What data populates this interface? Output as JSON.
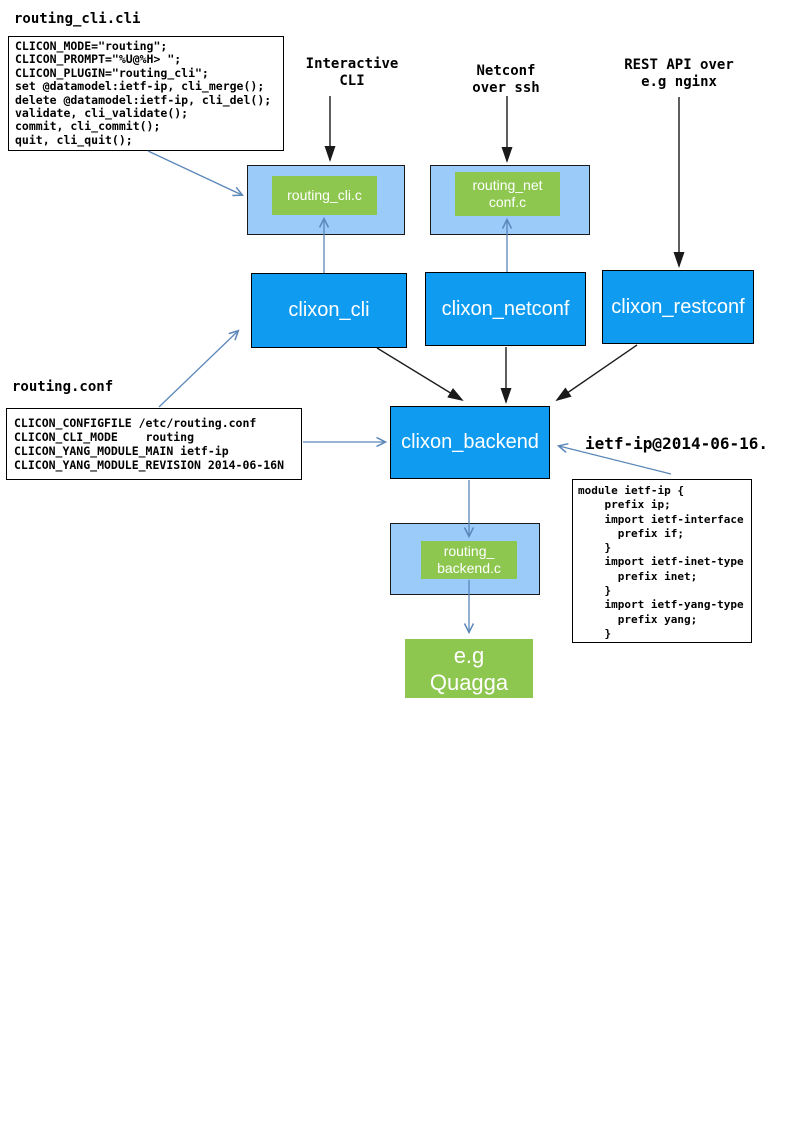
{
  "colors": {
    "node_blue": "#0f9bf0",
    "container_light_blue": "#9bcbf8",
    "plugin_green": "#8dc74f",
    "arrow_blue": "#5b87b8",
    "arrow_black": "#1a1a1a"
  },
  "titles": {
    "routing_cli_file": "routing_cli.cli",
    "routing_conf_file": "routing.conf",
    "yang_module_file": "ietf-ip@2014-06-16."
  },
  "code": {
    "routing_cli": "CLICON_MODE=\"routing\";\nCLICON_PROMPT=\"%U@%H> \";\nCLICON_PLUGIN=\"routing_cli\";\nset @datamodel:ietf-ip, cli_merge();\ndelete @datamodel:ietf-ip, cli_del();\nvalidate, cli_validate();\ncommit, cli_commit();\nquit, cli_quit();",
    "routing_conf": "CLICON_CONFIGFILE /etc/routing.conf\nCLICON_CLI_MODE    routing\nCLICON_YANG_MODULE_MAIN ietf-ip\nCLICON_YANG_MODULE_REVISION 2014-06-16N",
    "yang_module": "module ietf-ip {\n    prefix ip;\n    import ietf-interface\n      prefix if;\n    }\n    import ietf-inet-type\n      prefix inet;\n    }\n    import ietf-yang-type\n      prefix yang;\n    }"
  },
  "channels": {
    "interactive_cli": "Interactive\nCLI",
    "netconf": "Netconf\nover ssh",
    "restconf": "REST API over\ne.g nginx"
  },
  "nodes": {
    "clixon_cli": "clixon_cli",
    "clixon_netconf": "clixon_netconf",
    "clixon_restconf": "clixon_restconf",
    "clixon_backend": "clixon_backend",
    "routing_cli_plugin": "routing_cli.c",
    "routing_netconf_plugin": "routing_net\nconf.c",
    "routing_backend_plugin": "routing_\nbackend.c",
    "quagga": "e.g\nQuagga"
  }
}
